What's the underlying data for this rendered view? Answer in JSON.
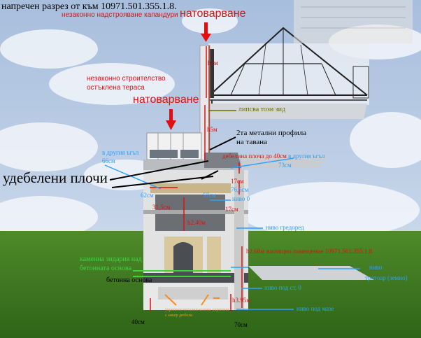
{
  "title": "напречен разрез от към 10971.501.355.1.8.",
  "labels": {
    "illegal_roof_raise": "незаконно надстрояване капандури",
    "overload_top": "натоварване",
    "illegal_terrace": "незаконно строителство остъклена тераса",
    "overload_mid": "натоварване",
    "h2m": "h2м",
    "wall_missing": "липсва този зид",
    "h5m": "h5м",
    "metal_profiles": "2та метални профила на тавана",
    "corner_left": "в другия ъгъл 66см",
    "slab_thickening": "дебелина плоча до 40см",
    "corner_right": "в другия ъгъл",
    "thick_plates": "удебелени плочи",
    "d62": "62см",
    "d57": "57см",
    "d73": "73см",
    "d17a": "17см",
    "d76": "76,5см",
    "level0": "ниво 0",
    "d31": "31,5см",
    "d17b": "17см",
    "h240": "h2.40м",
    "level_ground_floor": "ниво гредоред",
    "dwelling": "h2.60м жилищно помещение 10971.501.355.1.8",
    "stone_masonry": "каменна зидария над бетонната основа",
    "concrete_base": "бетонна основа",
    "level_sidewalk_a": "ниво",
    "level_sidewalk_b": "тротоар (земно)",
    "level_under_st0": "ниво под ст. 0",
    "h395": "h3.95м",
    "level_under_mase": "ниво под мазе",
    "d40": "40см",
    "d70": "70см",
    "steel_cols": "укрепени метални колони укрепени с анкер дюбели"
  },
  "colors": {
    "red": "#e01010",
    "blue": "#2aa0ff",
    "black": "#000000",
    "green": "#3ed23e",
    "orange": "#ff8a1e",
    "dark_red": "#a01010",
    "olive": "#6d6b00"
  }
}
